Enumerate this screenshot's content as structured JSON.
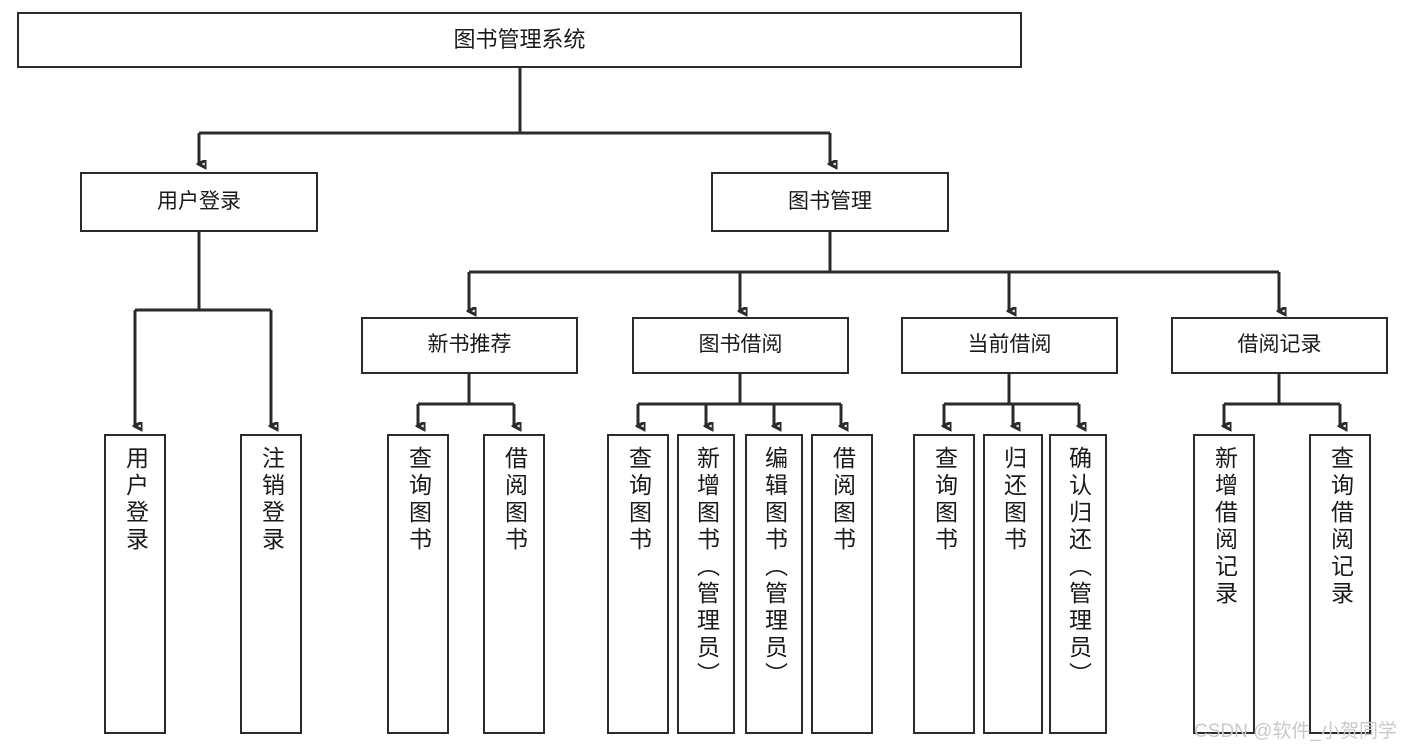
{
  "diagram": {
    "type": "tree",
    "title": "图书管理系统",
    "orientation": "top-down",
    "colors": {
      "background": "#ffffff",
      "box_border": "#2b2b2b",
      "box_fill": "#ffffff",
      "connector": "#2b2b2b",
      "text": "#1a1a1a",
      "watermark": "#c9c9c9"
    },
    "root": {
      "label": "图书管理系统"
    },
    "level2": [
      {
        "label": "用户登录"
      },
      {
        "label": "图书管理"
      }
    ],
    "level3": [
      {
        "label": "新书推荐"
      },
      {
        "label": "图书借阅"
      },
      {
        "label": "当前借阅"
      },
      {
        "label": "借阅记录"
      }
    ],
    "leaves": {
      "user_login": [
        {
          "label": "用户登录"
        },
        {
          "label": "注销登录"
        }
      ],
      "new_book": [
        {
          "label": "查询图书"
        },
        {
          "label": "借阅图书"
        }
      ],
      "book_borrow": [
        {
          "label": "查询图书"
        },
        {
          "label": "新增图书（管理员）"
        },
        {
          "label": "编辑图书（管理员）"
        },
        {
          "label": "借阅图书"
        }
      ],
      "current_borrow": [
        {
          "label": "查询图书"
        },
        {
          "label": "归还图书"
        },
        {
          "label": "确认归还（管理员）"
        }
      ],
      "borrow_record": [
        {
          "label": "新增借阅记录"
        },
        {
          "label": "查询借阅记录"
        }
      ]
    },
    "watermark": "CSDN @软件_小贺同学"
  }
}
